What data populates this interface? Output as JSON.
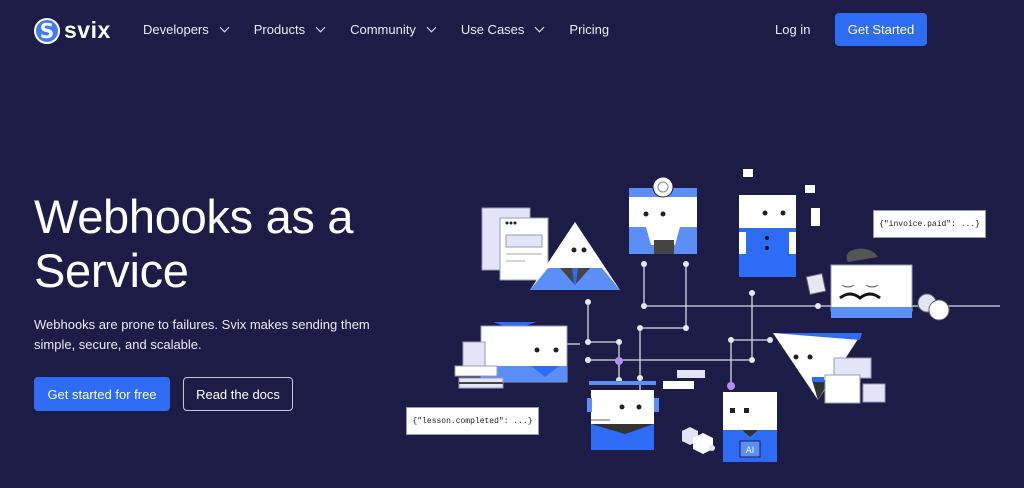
{
  "nav": {
    "logo_text": "svix",
    "logo_glyph": "S",
    "items": [
      {
        "label": "Developers",
        "has_dropdown": true
      },
      {
        "label": "Products",
        "has_dropdown": true
      },
      {
        "label": "Community",
        "has_dropdown": true
      },
      {
        "label": "Use Cases",
        "has_dropdown": true
      },
      {
        "label": "Pricing",
        "has_dropdown": false
      }
    ],
    "login_label": "Log in",
    "cta_label": "Get Started"
  },
  "hero": {
    "title_line1": "Webhooks as a",
    "title_line2": "Service",
    "subtitle": "Webhooks are prone to failures. Svix makes sending them simple, secure, and scalable.",
    "primary_button": "Get started for free",
    "secondary_button": "Read the docs"
  },
  "illustration": {
    "bubble_invoice": "{\"invoice.paid\": ...}",
    "bubble_lesson": "{\"lesson.completed\": ...}",
    "ai_chip_label": "AI"
  },
  "colors": {
    "background": "#1d1c47",
    "accent": "#2e6cf6",
    "light_blue": "#5b8ef7",
    "node_purple": "#b98cf5"
  }
}
